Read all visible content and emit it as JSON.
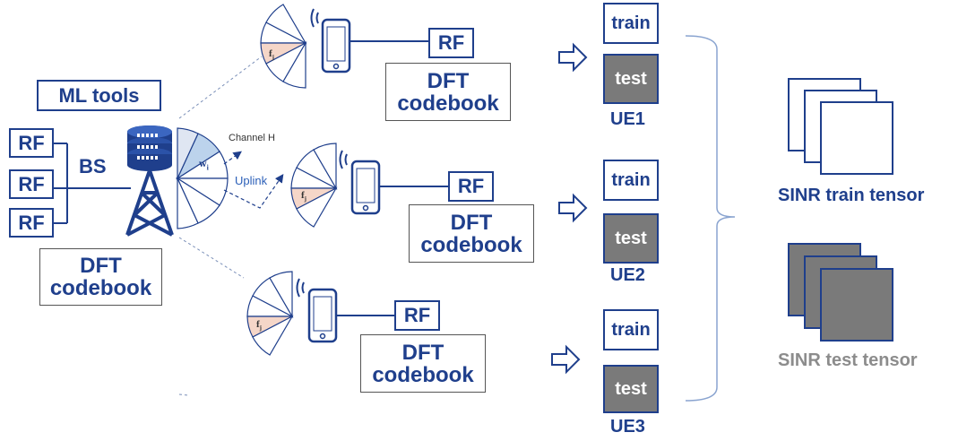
{
  "base_station": {
    "ml_tools": "ML tools",
    "bs_label": "BS",
    "rf_labels": [
      "RF",
      "RF",
      "RF"
    ],
    "codebook_line1": "DFT",
    "codebook_line2": "codebook",
    "beam_symbol": "w",
    "beam_subscript": "i"
  },
  "channel": {
    "channel_label": "Channel H",
    "uplink_label": "Uplink"
  },
  "user_equipment": [
    {
      "name": "UE1",
      "rf": "RF",
      "codebook_line1": "DFT",
      "codebook_line2": "codebook",
      "train": "train",
      "test": "test",
      "beam_symbol": "f",
      "beam_subscript": "j"
    },
    {
      "name": "UE2",
      "rf": "RF",
      "codebook_line1": "DFT",
      "codebook_line2": "codebook",
      "train": "train",
      "test": "test",
      "beam_symbol": "f",
      "beam_subscript": "j"
    },
    {
      "name": "UE3",
      "rf": "RF",
      "codebook_line1": "DFT",
      "codebook_line2": "codebook",
      "train": "train",
      "test": "test",
      "beam_symbol": "f",
      "beam_subscript": "j"
    }
  ],
  "tensors": {
    "train_label": "SINR train tensor",
    "test_label": "SINR test tensor"
  },
  "colors": {
    "primary": "#1f3f8c",
    "test_fill": "#7a7a7a",
    "test_text_label": "#8c8c8c",
    "beam_highlight": "#f5d6c8",
    "bs_beam_highlight": "#bcd3ec"
  }
}
